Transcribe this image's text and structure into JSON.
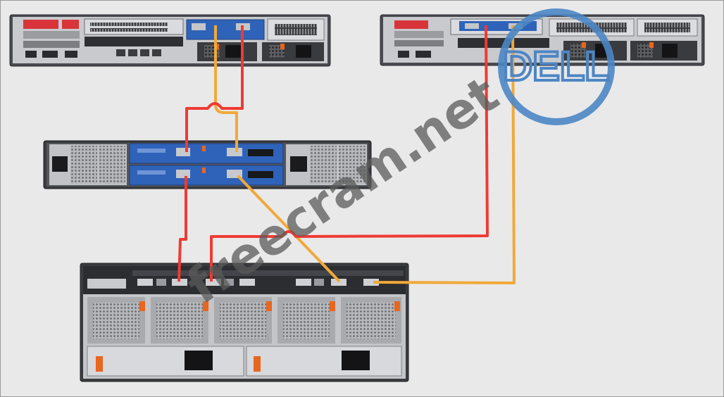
{
  "colors": {
    "background": "#e9e9ea",
    "chassis_dark": "#3a3b3f",
    "chassis_light": "#d4d5d8",
    "controller_blue": "#2f63b9",
    "cable_red": "#ee3b33",
    "cable_orange": "#f0a93a",
    "release_tab_orange": "#e8661f",
    "dell_blue": "#4d86c4",
    "watermark_gray": "#5b5b5b"
  },
  "devices": [
    {
      "id": "server-left",
      "kind": "rack server",
      "ports_used": 2
    },
    {
      "id": "server-right",
      "kind": "rack server",
      "ports_used": 2
    },
    {
      "id": "fc-switch",
      "kind": "switch",
      "modules": 2,
      "fan_modules": 2
    },
    {
      "id": "storage-enclosure",
      "kind": "storage array",
      "fan_modules": 5,
      "power_supplies": 2
    }
  ],
  "connections": [
    {
      "from": "server-left",
      "to": "fc-switch",
      "color": "red"
    },
    {
      "from": "server-left",
      "to": "fc-switch",
      "color": "orange"
    },
    {
      "from": "fc-switch",
      "to": "storage-enclosure",
      "color": "red"
    },
    {
      "from": "fc-switch",
      "to": "storage-enclosure",
      "color": "orange"
    },
    {
      "from": "server-right",
      "to": "storage-enclosure",
      "color": "red"
    },
    {
      "from": "server-right",
      "to": "storage-enclosure",
      "color": "orange"
    }
  ],
  "branding": {
    "logo_text": "DELL",
    "watermark_text": "freecram.net"
  }
}
